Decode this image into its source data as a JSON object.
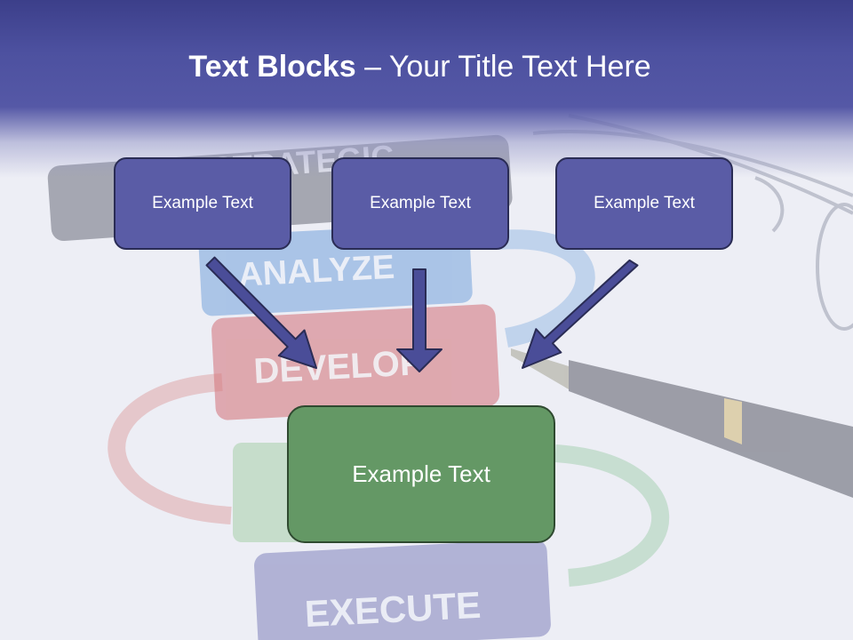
{
  "title": {
    "bold": "Text Blocks",
    "rest": " – Your Title Text Here"
  },
  "blocks": {
    "left": "Example Text",
    "middle": "Example Text",
    "right": "Example Text",
    "main": "Example Text"
  },
  "background": {
    "labels": [
      "STRATEGIC",
      "ANALYZE",
      "DEVELOP",
      "EXECUTE"
    ]
  },
  "colors": {
    "header": "#4d51a0",
    "block_fill": "#5a5ca6",
    "main_block_fill": "#649865",
    "arrow": "#4a4d98"
  }
}
